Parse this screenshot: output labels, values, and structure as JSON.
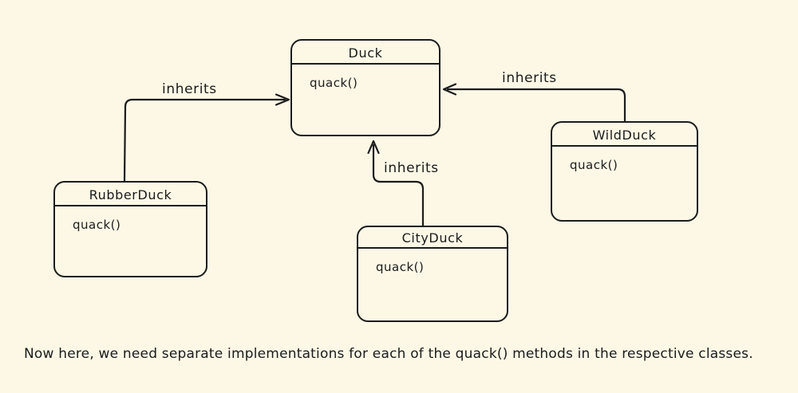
{
  "canvas": {
    "background": "#fdf8e6",
    "stroke_color": "#1b1b1b",
    "style": "hand-drawn-sketch"
  },
  "classes": [
    {
      "id": "duck",
      "name": "Duck",
      "method": "quack()"
    },
    {
      "id": "rubberduck",
      "name": "RubberDuck",
      "method": "quack()"
    },
    {
      "id": "cityduck",
      "name": "CityDuck",
      "method": "quack()"
    },
    {
      "id": "wildduck",
      "name": "WildDuck",
      "method": "quack()"
    }
  ],
  "arrows": [
    {
      "from": "RubberDuck",
      "to": "Duck",
      "label": "inherits"
    },
    {
      "from": "WildDuck",
      "to": "Duck",
      "label": "inherits"
    },
    {
      "from": "CityDuck",
      "to": "Duck",
      "label": "inherits"
    }
  ],
  "caption": "Now here, we need separate implementations for each of the quack() methods in the respective classes."
}
